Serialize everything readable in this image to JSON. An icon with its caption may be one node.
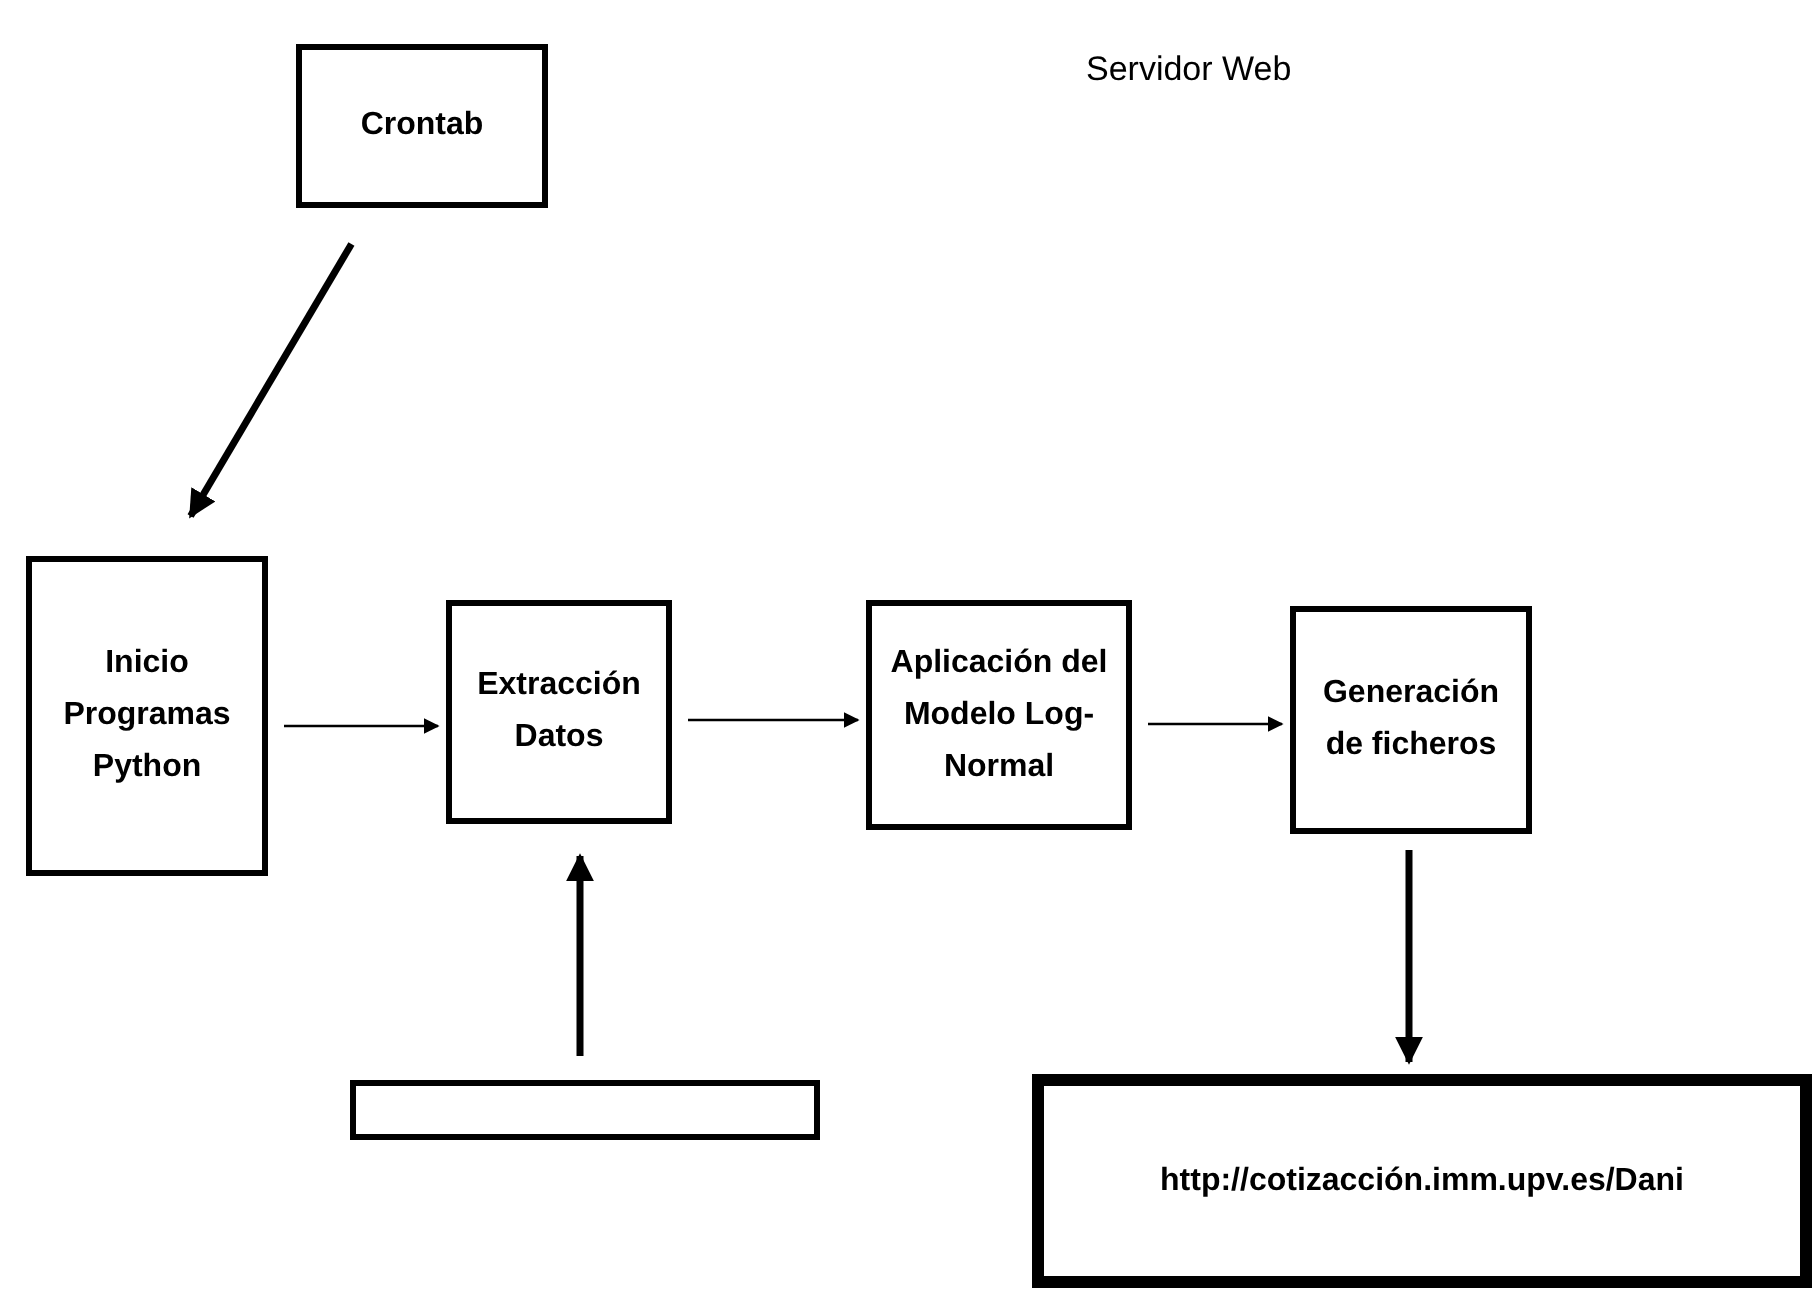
{
  "diagram": {
    "nodes": [
      {
        "text": [
          "Crontab"
        ]
      },
      {
        "text": [
          "Inicio Programas Python"
        ]
      },
      {
        "text": [
          "Extracción Datos"
        ]
      },
      {
        "text": [
          "Aplicación del Modelo Log-Normal"
        ]
      },
      {
        "text": [
          "Generación de ficheros"
        ]
      },
      {
        "text": [],
        "shape": "box"
      },
      {
        "text": [
          "http://cotizacción.imm.upv.es/Dani"
        ]
      }
    ],
    "edges": [
      {
        "from": 0,
        "to": 1,
        "arrow": "to",
        "style": "thick"
      },
      {
        "from": 1,
        "to": 2,
        "arrow": "to"
      },
      {
        "from": 2,
        "to": 3,
        "arrow": "to"
      },
      {
        "from": 3,
        "to": 4,
        "arrow": "to"
      },
      {
        "from": 5,
        "to": 2,
        "arrow": "to",
        "style": "thick"
      },
      {
        "from": 4,
        "to": 6,
        "arrow": "to",
        "style": "thick"
      }
    ],
    "labels": [
      "Servidor Web"
    ]
  }
}
